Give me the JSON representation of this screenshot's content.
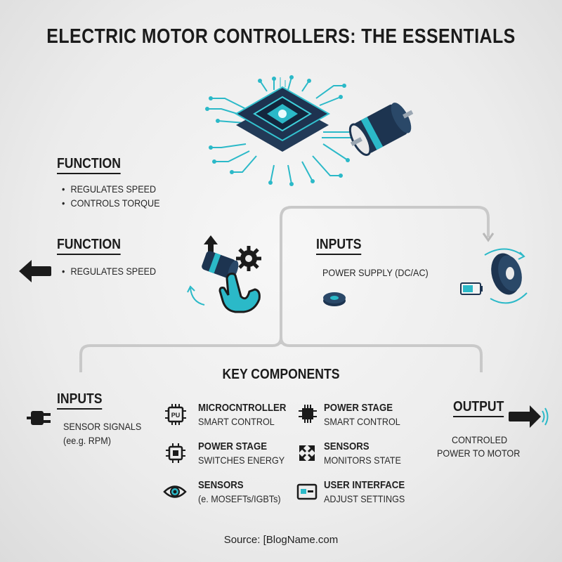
{
  "title": "ELECTRIC MOTOR CONTROLLERS: THE ESSENTIALS",
  "function_top": {
    "heading": "FUNCTION",
    "bullets": [
      "REGULATES SPEED",
      "CONTROLS TORQUE"
    ]
  },
  "function_mid": {
    "heading": "FUNCTION",
    "bullets": [
      "REGULATES SPEED"
    ]
  },
  "inputs_top": {
    "heading": "INPUTS",
    "text": "POWER SUPPLY (DC/AC)"
  },
  "key_components": {
    "heading": "KEY COMPONENTS",
    "items": [
      {
        "name": "MICROCNTROLLER",
        "desc": "SMART CONTROL",
        "icon": "chip-pu-icon",
        "chip_label": "PU"
      },
      {
        "name": "POWER STAGE",
        "desc": "SMART CONTROL",
        "icon": "chip-icon"
      },
      {
        "name": "POWER STAGE",
        "desc": "SWITCHES ENERGY",
        "icon": "chip-outline-icon"
      },
      {
        "name": "SENSORS",
        "desc": "MONITORS STATE",
        "icon": "arrows-icon"
      },
      {
        "name": "SENSORS",
        "desc": "(e. MOSEFTs/IGBTs)",
        "icon": "eye-icon"
      },
      {
        "name": "USER INTERFACE",
        "desc": "ADJUST SETTINGS",
        "icon": "display-icon"
      }
    ]
  },
  "inputs_bottom": {
    "heading": "INPUTS",
    "lines": [
      "SENSOR SIGNALS",
      "(ee.g. RPM)"
    ]
  },
  "output": {
    "heading": "OUTPUT",
    "lines": [
      "CONTROLED",
      "POWER TO MOTOR"
    ]
  },
  "source": "Source: [BlogName.com",
  "colors": {
    "teal": "#2bb9c8",
    "navy": "#1d3450",
    "dark": "#1b1b1b",
    "connector": "#c9c9c9"
  }
}
